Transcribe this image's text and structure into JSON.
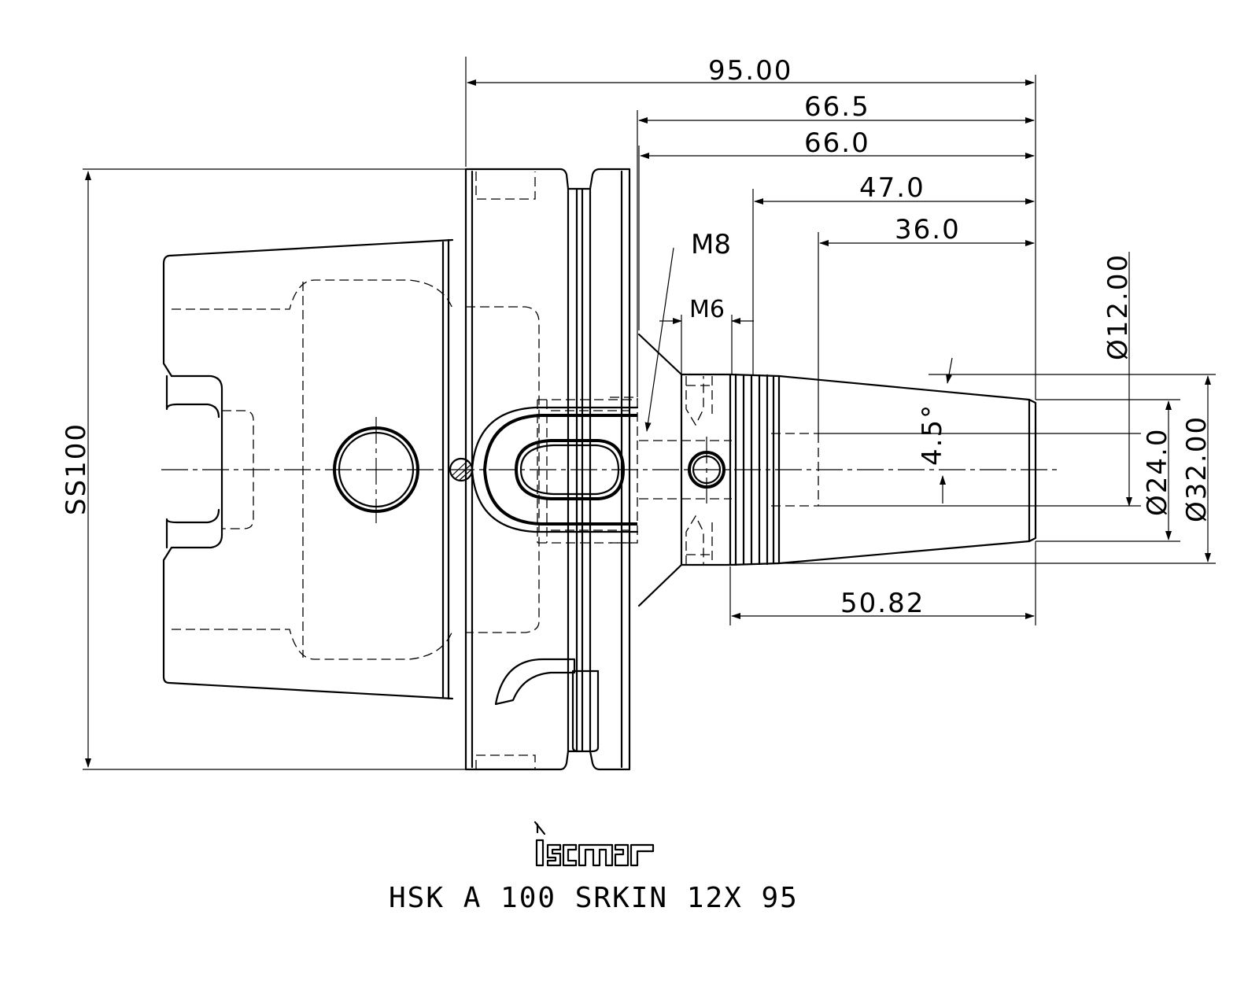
{
  "dimensions": {
    "overall_length": "95.00",
    "len_66_5": "66.5",
    "len_66_0": "66.0",
    "len_47": "47.0",
    "len_36": "36.0",
    "bottom_length": "50.82",
    "shank_size": "SS100",
    "bore_dia": "Ø12.00",
    "taper_angle": "4.5°",
    "dia_24": "Ø24.0",
    "dia_32": "Ø32.00"
  },
  "threads": {
    "m8": "M8",
    "m6": "M6"
  },
  "brand": {
    "logo_text": "iscar"
  },
  "caption": "HSK A 100 SRKIN 12X 95",
  "colors": {
    "line": "#000000",
    "background": "#ffffff"
  }
}
